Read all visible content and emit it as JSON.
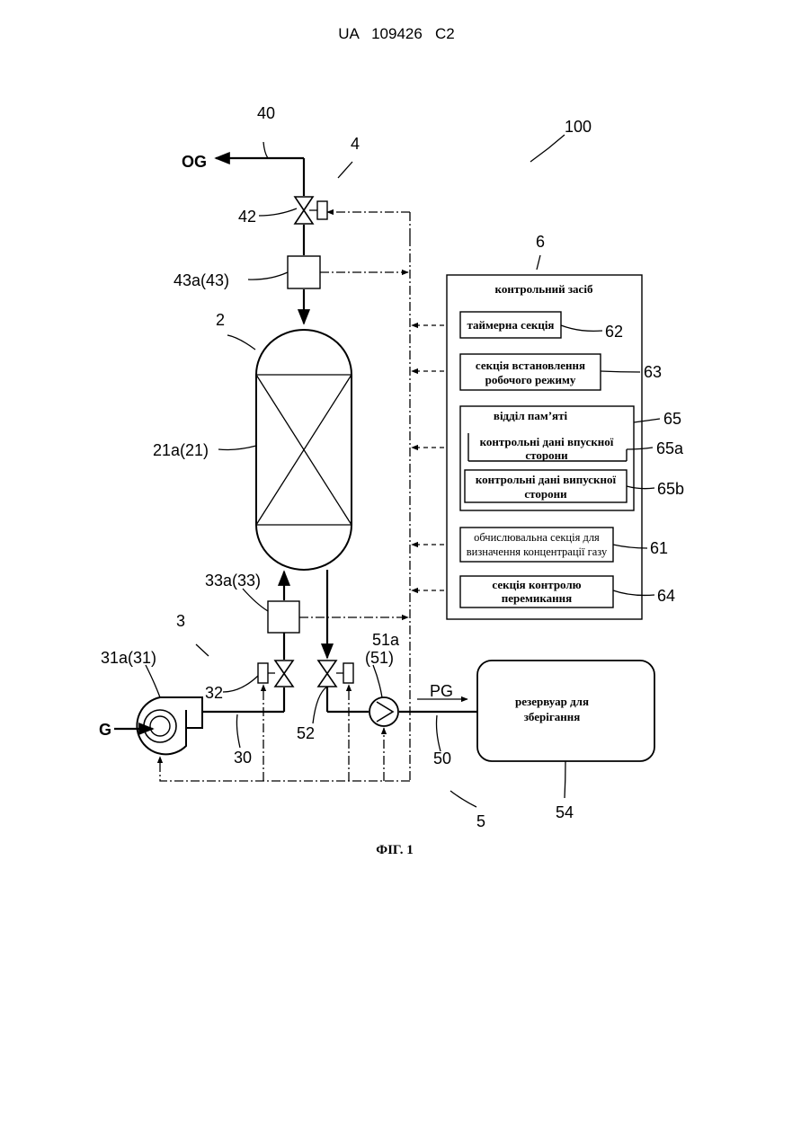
{
  "header": {
    "text": "UA   109426   C2"
  },
  "figure_caption": "ФІГ. 1",
  "refs": {
    "r100": "100",
    "r40": "40",
    "r4": "4",
    "rOG": "OG",
    "r42": "42",
    "r43a": "43a(43)",
    "r6": "6",
    "r2": "2",
    "r21a": "21a(21)",
    "r62": "62",
    "r63": "63",
    "r65": "65",
    "r65a": "65a",
    "r65b": "65b",
    "r61": "61",
    "r64": "64",
    "r33a": "33a(33)",
    "r3": "3",
    "r31a": "31a(31)",
    "r51a_line1": "51a",
    "r51a_line2": "(51)",
    "r32": "32",
    "r52": "52",
    "rG": "G",
    "r30": "30",
    "rPG": "PG",
    "r50": "50",
    "r5": "5",
    "r54": "54"
  },
  "control": {
    "title": "контрольний засіб",
    "timer": "таймерна секція",
    "mode_line1": "секція встановлення",
    "mode_line2": "робочого режиму",
    "memory": "відділ пам’яті",
    "inlet_line1": "контрольні дані впускної",
    "inlet_line2": "сторони",
    "outlet_line1": "контрольні дані випускної",
    "outlet_line2": "сторони",
    "calc_line1": "обчислювальна секція для",
    "calc_line2": "визначення концентрації газу",
    "switch_line1": "секція контролю",
    "switch_line2": "перемикання"
  },
  "tank": {
    "line1": "резервуар для",
    "line2": "зберігання"
  }
}
